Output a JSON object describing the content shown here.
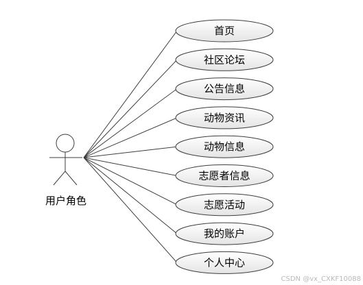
{
  "actor": {
    "label": "用户角色"
  },
  "use_cases": [
    {
      "label": "首页"
    },
    {
      "label": "社区论坛"
    },
    {
      "label": "公告信息"
    },
    {
      "label": "动物资讯"
    },
    {
      "label": "动物信息"
    },
    {
      "label": "志愿者信息"
    },
    {
      "label": "志愿活动"
    },
    {
      "label": "我的账户"
    },
    {
      "label": "个人中心"
    }
  ],
  "watermark": "CSDN @vx_CXKF10088",
  "colors": {
    "ellipse_fill_top": "#ffffff",
    "ellipse_fill_bottom": "#e6e6e6",
    "stroke": "#3c3c3c"
  }
}
